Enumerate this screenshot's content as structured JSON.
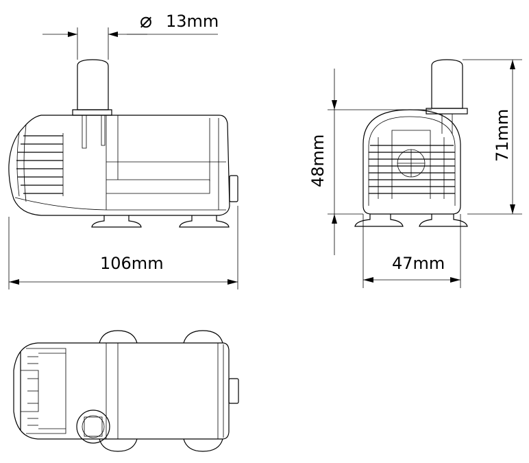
{
  "dimensions": {
    "outlet_diameter": {
      "symbol": "⌀",
      "value": "13mm"
    },
    "length": "106mm",
    "width": "47mm",
    "body_height": "48mm",
    "total_height": "71mm"
  },
  "colors": {
    "line": "#000000",
    "background": "#ffffff"
  }
}
